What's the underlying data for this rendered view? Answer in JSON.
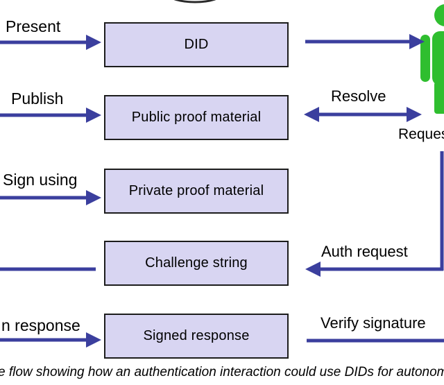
{
  "diagram": {
    "title_hint": "DID authentication flow diagram",
    "boxes": [
      {
        "label": "DID"
      },
      {
        "label": "Public proof material"
      },
      {
        "label": "Private proof material"
      },
      {
        "label": "Challenge string"
      },
      {
        "label": "Signed response"
      }
    ],
    "arrow_labels": {
      "present": "Present",
      "publish": "Publish",
      "sign_using": "Sign using",
      "authn_response": "n response",
      "resolve": "Resolve",
      "auth_request": "Auth request",
      "verify_signature": "Verify signature"
    },
    "actors": {
      "requesting_party": "Reques"
    },
    "caption": "e flow showing how an authentication interaction could use DIDs for autonomou",
    "colors": {
      "box_fill": "#d8d5f2",
      "box_border": "#1c1c1c",
      "arrow_blue": "#3b3f9e",
      "person_green": "#2fbe2f",
      "text": "#000000"
    }
  }
}
